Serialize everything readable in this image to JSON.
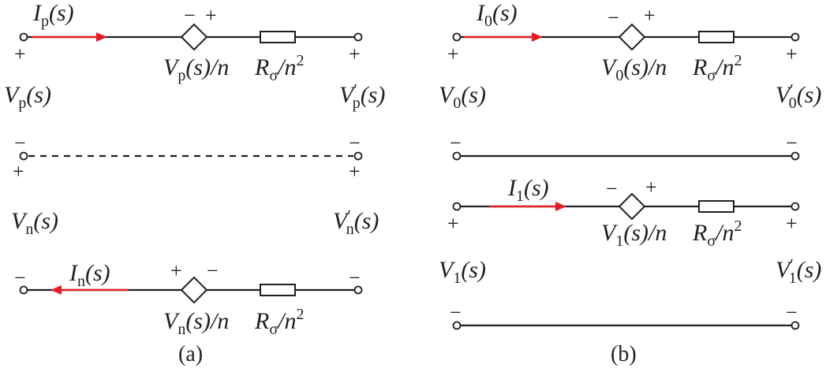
{
  "panel_a": {
    "caption": "(a)",
    "pos": {
      "current": {
        "main": "I",
        "sub": "p",
        "arg": "(s)"
      },
      "source": {
        "main": "V",
        "sub": "p",
        "rest": "(s)/n",
        "polarity_left": "−",
        "polarity_right": "+"
      },
      "resistor": {
        "main": "R",
        "sub": "σ",
        "rest": "/n",
        "sup": "2"
      },
      "left_voltage": {
        "main": "V",
        "sub": "p",
        "arg": "(s)"
      },
      "right_voltage": {
        "main": "V",
        "prime": "′",
        "sub": "p",
        "arg": "(s)"
      },
      "left_top_sign": "+",
      "right_top_sign": "+",
      "left_bottom_sign": "−",
      "right_bottom_sign": "−"
    },
    "neg": {
      "left_top_sign": "+",
      "right_top_sign": "+",
      "left_voltage": {
        "main": "V",
        "sub": "n",
        "arg": "(s)"
      },
      "right_voltage": {
        "main": "V",
        "prime": "′",
        "sub": "n",
        "arg": "(s)"
      },
      "current": {
        "main": "I",
        "sub": "n",
        "arg": "(s)"
      },
      "source": {
        "main": "V",
        "sub": "n",
        "rest": "(s)/n",
        "polarity_left": "+",
        "polarity_right": "−"
      },
      "resistor": {
        "main": "R",
        "sub": "σ",
        "rest": "/n",
        "sup": "2"
      },
      "left_bottom_sign": "−",
      "right_bottom_sign": "−"
    }
  },
  "panel_b": {
    "caption": "(b)",
    "zero": {
      "current": {
        "main": "I",
        "sub": "0",
        "arg": "(s)"
      },
      "source": {
        "main": "V",
        "sub": "0",
        "rest": "(s)/n",
        "polarity_left": "−",
        "polarity_right": "+"
      },
      "resistor": {
        "main": "R",
        "sub": "σ",
        "rest": "/n",
        "sup": "2"
      },
      "left_voltage": {
        "main": "V",
        "sub": "0",
        "arg": "(s)"
      },
      "right_voltage": {
        "main": "V",
        "prime": "′",
        "sub": "0",
        "arg": "(s)"
      },
      "left_top_sign": "+",
      "right_top_sign": "+",
      "left_bottom_sign": "−",
      "right_bottom_sign": "−"
    },
    "one": {
      "current": {
        "main": "I",
        "sub": "1",
        "arg": "(s)"
      },
      "source": {
        "main": "V",
        "sub": "1",
        "rest": "(s)/n",
        "polarity_left": "−",
        "polarity_right": "+"
      },
      "resistor": {
        "main": "R",
        "sub": "σ",
        "rest": "/n",
        "sup": "2"
      },
      "left_voltage": {
        "main": "V",
        "sub": "1",
        "arg": "(s)"
      },
      "right_voltage": {
        "main": "V",
        "prime": "′",
        "sub": "1",
        "arg": "(s)"
      },
      "left_top_sign": "+",
      "right_top_sign": "+",
      "left_bottom_sign": "−",
      "right_bottom_sign": "−"
    }
  },
  "colors": {
    "line": "#231f20",
    "current_arrow": "#e41e26"
  }
}
